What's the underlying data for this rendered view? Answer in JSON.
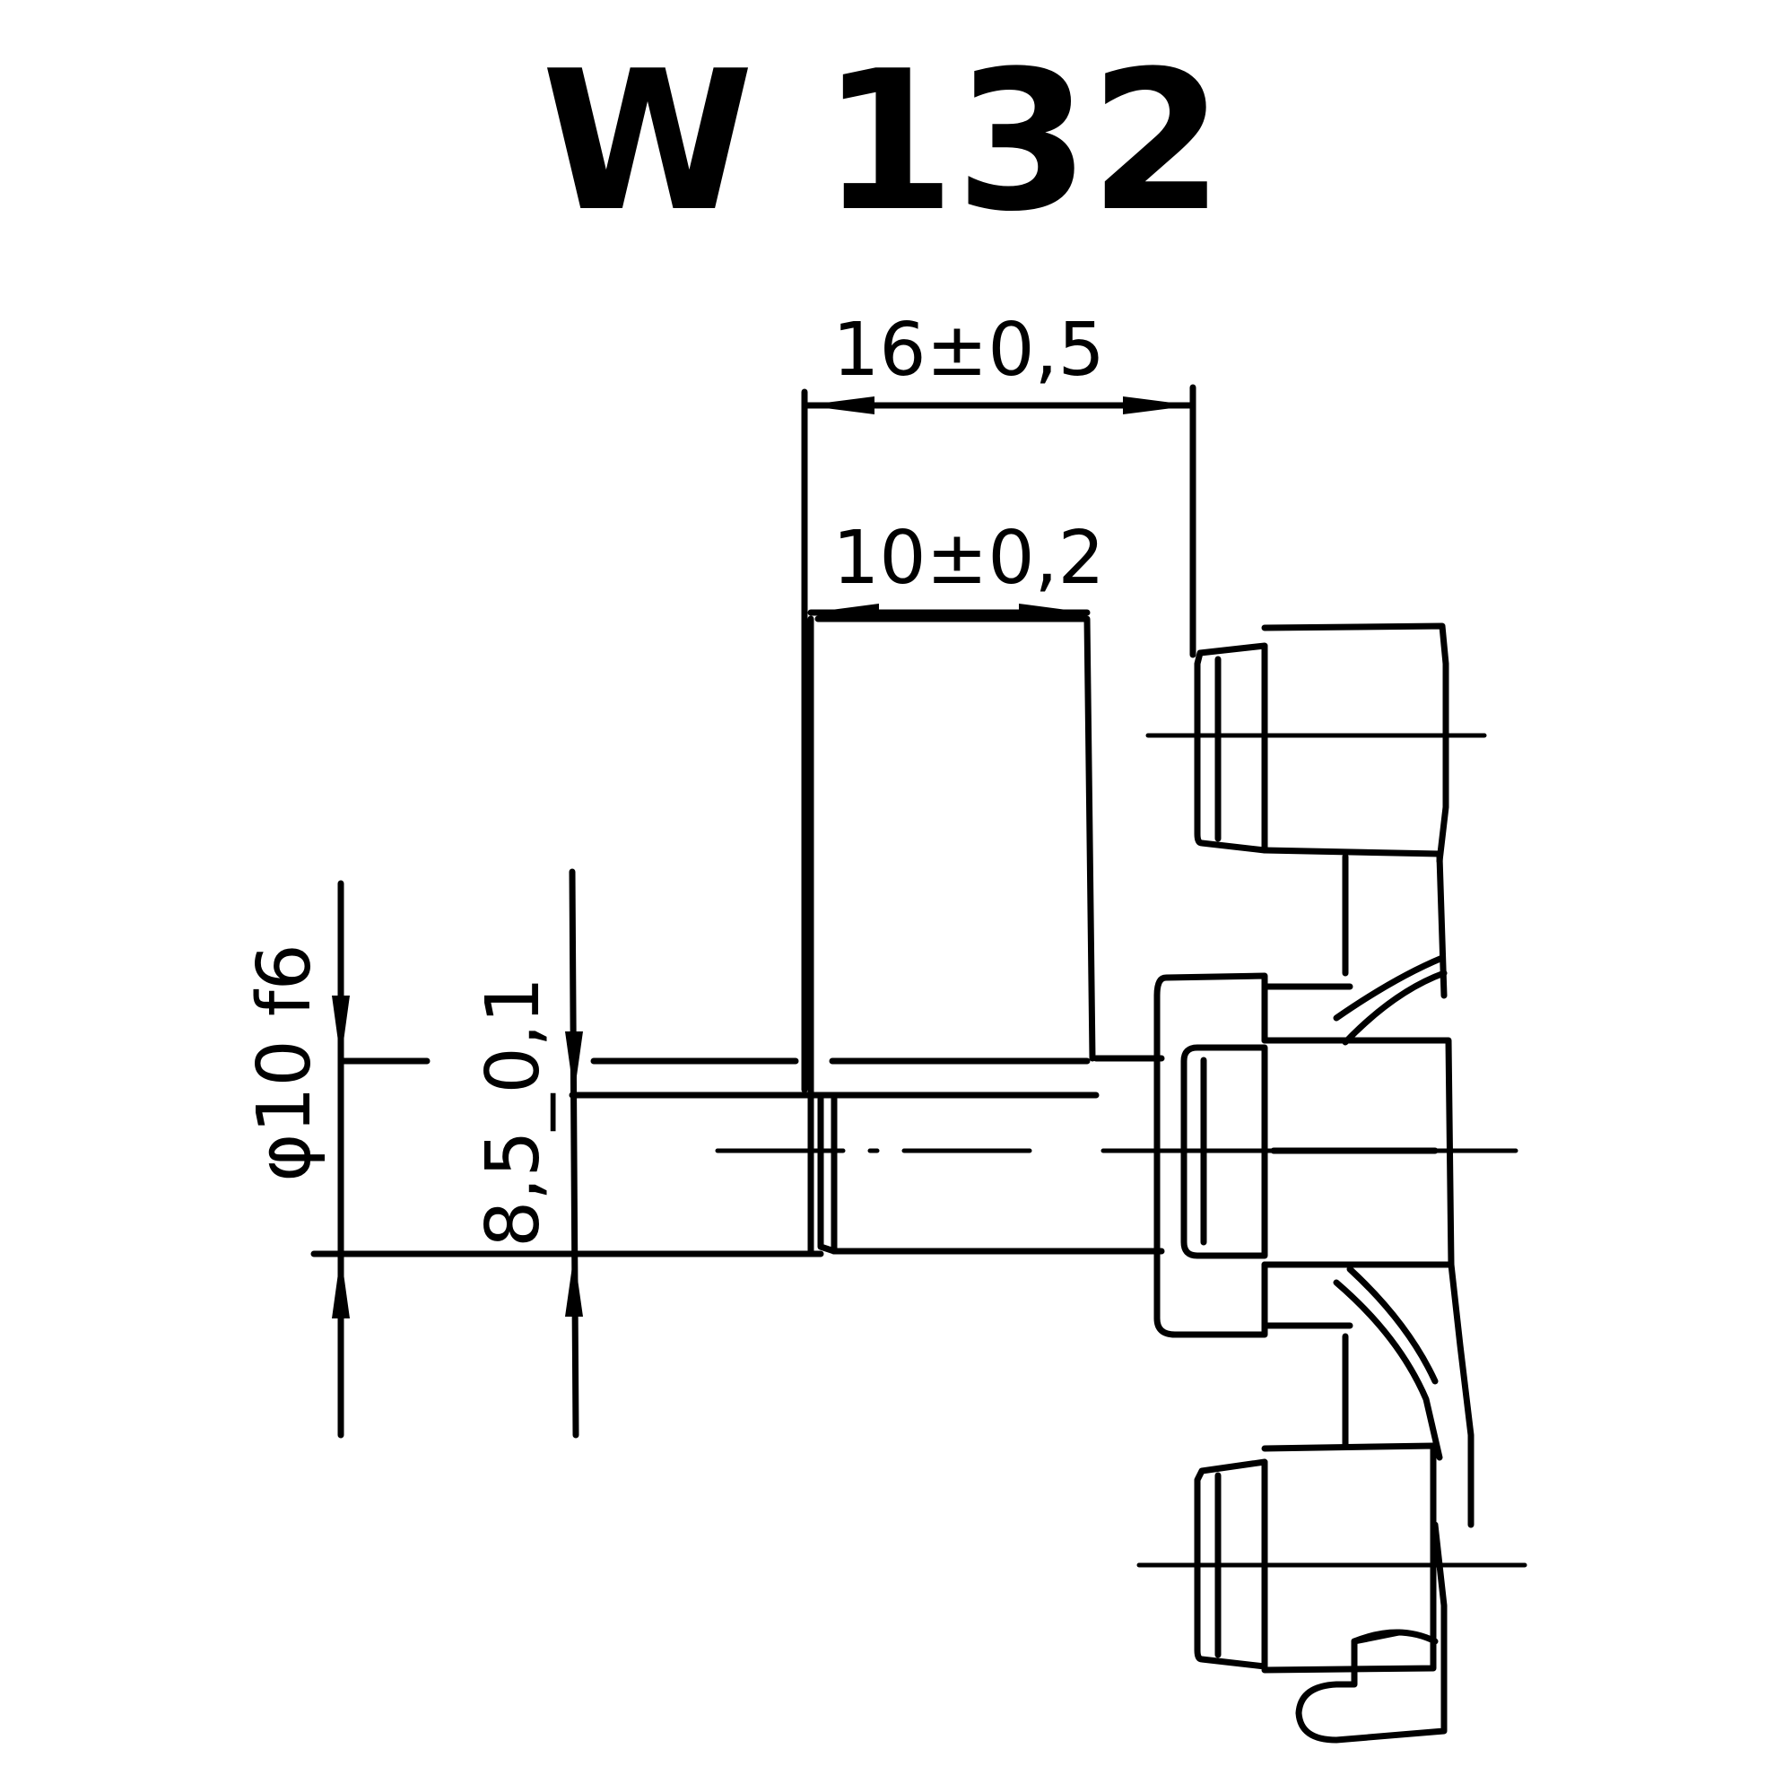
{
  "title": "W 132",
  "dimensions": {
    "overall_length": "16±0,5",
    "body_length": "10±0,2",
    "shaft_diameter": "φ10 f6",
    "flat_height": "8,5_0,1"
  },
  "colors": {
    "ink": "#000000",
    "paper": "#ffffff"
  }
}
